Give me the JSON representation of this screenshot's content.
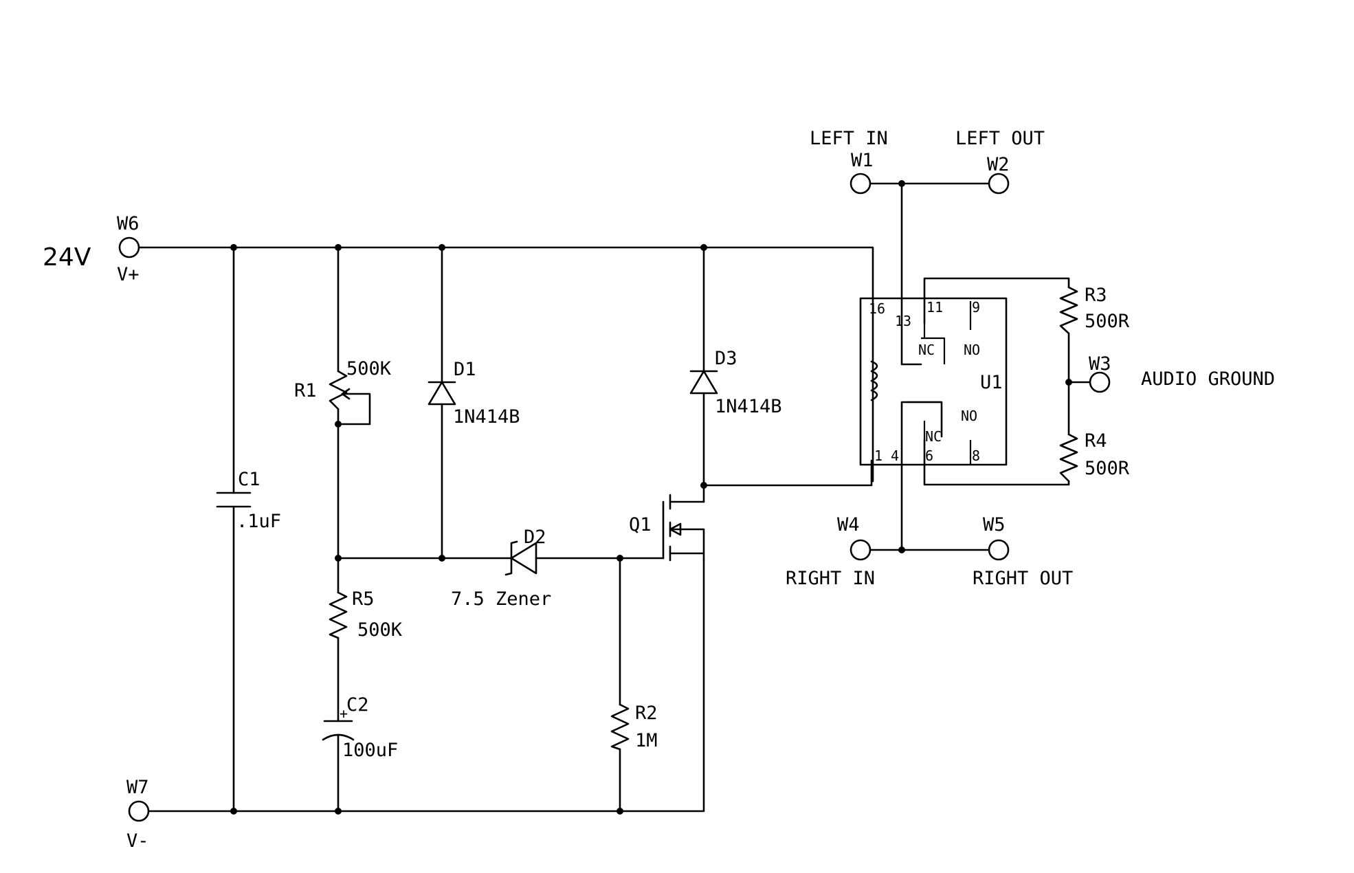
{
  "supply": {
    "voltage": "24V",
    "vplus": "V+",
    "vminus": "V-"
  },
  "terminals": {
    "w1": "W1",
    "w2": "W2",
    "w3": "W3",
    "w4": "W4",
    "w5": "W5",
    "w6": "W6",
    "w7": "W7"
  },
  "labels": {
    "left_in": "LEFT IN",
    "left_out": "LEFT OUT",
    "right_in": "RIGHT IN",
    "right_out": "RIGHT OUT",
    "audio_ground": "AUDIO GROUND"
  },
  "components": {
    "c1": {
      "ref": "C1",
      "value": ".1uF"
    },
    "c2": {
      "ref": "C2",
      "value": "100uF"
    },
    "r1": {
      "ref": "R1",
      "value": "500K"
    },
    "r2": {
      "ref": "R2",
      "value": "1M"
    },
    "r3": {
      "ref": "R3",
      "value": "500R"
    },
    "r4": {
      "ref": "R4",
      "value": "500R"
    },
    "r5": {
      "ref": "R5",
      "value": "500K"
    },
    "d1": {
      "ref": "D1",
      "value": "1N414B"
    },
    "d2": {
      "ref": "D2",
      "value": "7.5 Zener"
    },
    "d3": {
      "ref": "D3",
      "value": "1N414B"
    },
    "q1": {
      "ref": "Q1"
    },
    "c2_polarity": "+"
  },
  "relay": {
    "ref": "U1",
    "pins": {
      "p16": "16",
      "p13": "13",
      "p11": "11",
      "p9": "9",
      "p1": "1",
      "p4": "4",
      "p6": "6",
      "p8": "8"
    },
    "contacts": {
      "nc_top": "NC",
      "no_top": "NO",
      "nc_bottom": "NC",
      "no_bottom": "NO"
    }
  }
}
